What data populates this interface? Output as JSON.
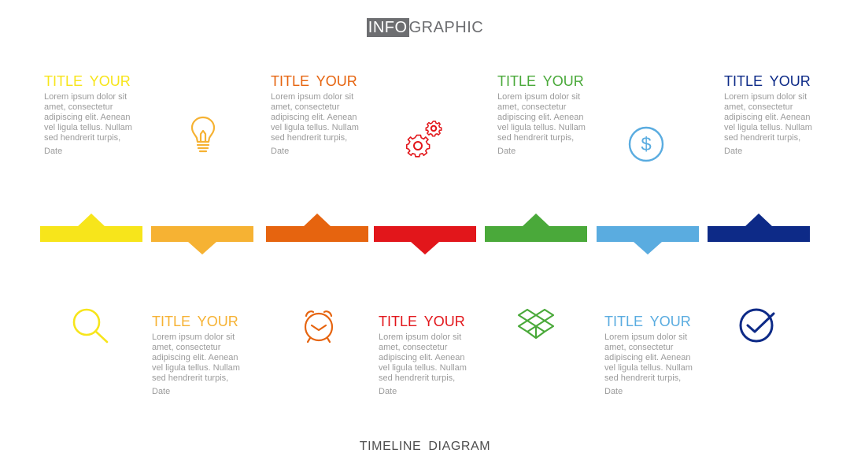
{
  "header": {
    "highlight": "INFO",
    "rest": "GRAPHIC"
  },
  "footer": {
    "title": "TIMELINE  DIAGRAM"
  },
  "colors": [
    "#f7e51b",
    "#f6b233",
    "#e6640f",
    "#e2161b",
    "#4aa93a",
    "#5aace0",
    "#0d2a87"
  ],
  "steps": [
    {
      "title": "TITLE YOUR",
      "body": "Lorem ipsum dolor sit amet, consectetur adipiscing elit. Aenean vel ligula tellus. Nullam sed hendrerit turpis,",
      "date": "Date",
      "icon": "lightbulb-icon",
      "color": "#f7e51b"
    },
    {
      "title": "TITLE YOUR",
      "body": "Lorem ipsum dolor sit amet, consectetur adipiscing elit. Aenean vel ligula tellus. Nullam sed hendrerit turpis,",
      "date": "Date",
      "icon": "magnifier-icon",
      "color": "#f6b233"
    },
    {
      "title": "TITLE YOUR",
      "body": "Lorem ipsum dolor sit amet, consectetur adipiscing elit. Aenean vel ligula tellus. Nullam sed hendrerit turpis,",
      "date": "Date",
      "icon": "gears-icon",
      "color": "#e6640f"
    },
    {
      "title": "TITLE YOUR",
      "body": "Lorem ipsum dolor sit amet, consectetur adipiscing elit. Aenean vel ligula tellus. Nullam sed hendrerit turpis,",
      "date": "Date",
      "icon": "alarm-clock-icon",
      "color": "#e2161b"
    },
    {
      "title": "TITLE YOUR",
      "body": "Lorem ipsum dolor sit amet, consectetur adipiscing elit. Aenean vel ligula tellus. Nullam sed hendrerit turpis,",
      "date": "Date",
      "icon": "dollar-coin-icon",
      "color": "#4aa93a"
    },
    {
      "title": "TITLE YOUR",
      "body": "Lorem ipsum dolor sit amet, consectetur adipiscing elit. Aenean vel ligula tellus. Nullam sed hendrerit turpis,",
      "date": "Date",
      "icon": "dropbox-icon",
      "color": "#5aace0"
    },
    {
      "title": "TITLE YOUR",
      "body": "Lorem ipsum dolor sit amet, consectetur adipiscing elit. Aenean vel ligula tellus. Nullam sed hendrerit turpis,",
      "date": "Date",
      "icon": "checkmark-circle-icon",
      "color": "#0d2a87"
    }
  ]
}
